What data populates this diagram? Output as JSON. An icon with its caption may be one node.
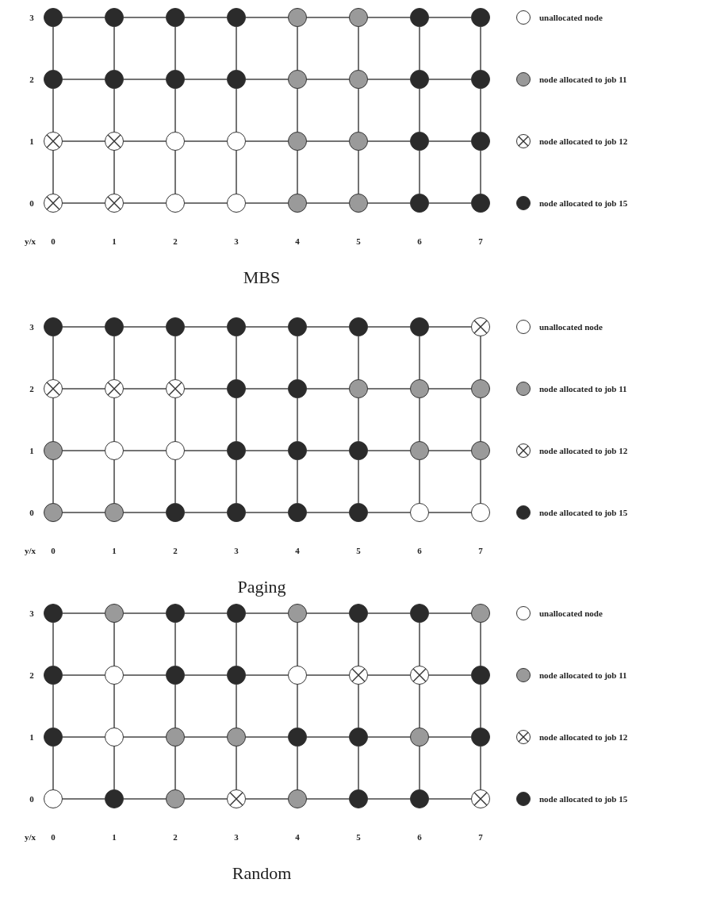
{
  "diagram": {
    "nodes": [
      {
        "text": [],
        "shape": "filled-circle"
      },
      {
        "text": [],
        "shape": "filled-circle"
      },
      {
        "text": [],
        "shape": "filled-circle"
      },
      {
        "text": [],
        "shape": "filled-circle"
      },
      {
        "text": [],
        "shape": "shaded-circle"
      },
      {
        "text": [],
        "shape": "shaded-circle"
      },
      {
        "text": [],
        "shape": "filled-circle"
      },
      {
        "text": [],
        "shape": "filled-circle"
      },
      {
        "text": [],
        "shape": "filled-circle"
      },
      {
        "text": [],
        "shape": "filled-circle"
      },
      {
        "text": [],
        "shape": "filled-circle"
      },
      {
        "text": [],
        "shape": "filled-circle"
      },
      {
        "text": [],
        "shape": "shaded-circle"
      },
      {
        "text": [],
        "shape": "shaded-circle"
      },
      {
        "text": [],
        "shape": "filled-circle"
      },
      {
        "text": [],
        "shape": "filled-circle"
      },
      {
        "text": [],
        "shape": "crossed-circle"
      },
      {
        "text": [],
        "shape": "crossed-circle"
      },
      {
        "text": [],
        "shape": "circle"
      },
      {
        "text": [],
        "shape": "circle"
      },
      {
        "text": [],
        "shape": "shaded-circle"
      },
      {
        "text": [],
        "shape": "shaded-circle"
      },
      {
        "text": [],
        "shape": "filled-circle"
      },
      {
        "text": [],
        "shape": "filled-circle"
      },
      {
        "text": [],
        "shape": "crossed-circle"
      },
      {
        "text": [],
        "shape": "crossed-circle"
      },
      {
        "text": [],
        "shape": "circle"
      },
      {
        "text": [],
        "shape": "circle"
      },
      {
        "text": [],
        "shape": "shaded-circle"
      },
      {
        "text": [],
        "shape": "shaded-circle"
      },
      {
        "text": [],
        "shape": "filled-circle"
      },
      {
        "text": [],
        "shape": "filled-circle"
      },
      {
        "text": [],
        "shape": "filled-circle"
      },
      {
        "text": [],
        "shape": "filled-circle"
      },
      {
        "text": [],
        "shape": "filled-circle"
      },
      {
        "text": [],
        "shape": "filled-circle"
      },
      {
        "text": [],
        "shape": "filled-circle"
      },
      {
        "text": [],
        "shape": "filled-circle"
      },
      {
        "text": [],
        "shape": "filled-circle"
      },
      {
        "text": [],
        "shape": "crossed-circle"
      },
      {
        "text": [],
        "shape": "crossed-circle"
      },
      {
        "text": [],
        "shape": "crossed-circle"
      },
      {
        "text": [],
        "shape": "crossed-circle"
      },
      {
        "text": [],
        "shape": "filled-circle"
      },
      {
        "text": [],
        "shape": "filled-circle"
      },
      {
        "text": [],
        "shape": "shaded-circle"
      },
      {
        "text": [],
        "shape": "shaded-circle"
      },
      {
        "text": [],
        "shape": "shaded-circle"
      },
      {
        "text": [],
        "shape": "shaded-circle"
      },
      {
        "text": [],
        "shape": "circle"
      },
      {
        "text": [],
        "shape": "circle"
      },
      {
        "text": [],
        "shape": "filled-circle"
      },
      {
        "text": [],
        "shape": "filled-circle"
      },
      {
        "text": [],
        "shape": "filled-circle"
      },
      {
        "text": [],
        "shape": "shaded-circle"
      },
      {
        "text": [],
        "shape": "shaded-circle"
      },
      {
        "text": [],
        "shape": "shaded-circle"
      },
      {
        "text": [],
        "shape": "shaded-circle"
      },
      {
        "text": [],
        "shape": "filled-circle"
      },
      {
        "text": [],
        "shape": "filled-circle"
      },
      {
        "text": [],
        "shape": "filled-circle"
      },
      {
        "text": [],
        "shape": "filled-circle"
      },
      {
        "text": [],
        "shape": "circle"
      },
      {
        "text": [],
        "shape": "circle"
      },
      {
        "text": [],
        "shape": "filled-circle"
      },
      {
        "text": [],
        "shape": "shaded-circle"
      },
      {
        "text": [],
        "shape": "filled-circle"
      },
      {
        "text": [],
        "shape": "filled-circle"
      },
      {
        "text": [],
        "shape": "shaded-circle"
      },
      {
        "text": [],
        "shape": "filled-circle"
      },
      {
        "text": [],
        "shape": "filled-circle"
      },
      {
        "text": [],
        "shape": "shaded-circle"
      },
      {
        "text": [],
        "shape": "filled-circle"
      },
      {
        "text": [],
        "shape": "circle"
      },
      {
        "text": [],
        "shape": "filled-circle"
      },
      {
        "text": [],
        "shape": "filled-circle"
      },
      {
        "text": [],
        "shape": "circle"
      },
      {
        "text": [],
        "shape": "crossed-circle"
      },
      {
        "text": [],
        "shape": "crossed-circle"
      },
      {
        "text": [],
        "shape": "filled-circle"
      },
      {
        "text": [],
        "shape": "filled-circle"
      },
      {
        "text": [],
        "shape": "circle"
      },
      {
        "text": [],
        "shape": "shaded-circle"
      },
      {
        "text": [],
        "shape": "shaded-circle"
      },
      {
        "text": [],
        "shape": "filled-circle"
      },
      {
        "text": [],
        "shape": "filled-circle"
      },
      {
        "text": [],
        "shape": "shaded-circle"
      },
      {
        "text": [],
        "shape": "filled-circle"
      },
      {
        "text": [],
        "shape": "circle"
      },
      {
        "text": [],
        "shape": "filled-circle"
      },
      {
        "text": [],
        "shape": "shaded-circle"
      },
      {
        "text": [],
        "shape": "crossed-circle"
      },
      {
        "text": [],
        "shape": "shaded-circle"
      },
      {
        "text": [],
        "shape": "filled-circle"
      },
      {
        "text": [],
        "shape": "filled-circle"
      },
      {
        "text": [],
        "shape": "crossed-circle"
      }
    ],
    "edges": [
      {
        "from": 0,
        "to": 1,
        "arrow": "none"
      },
      {
        "from": 1,
        "to": 2,
        "arrow": "none"
      },
      {
        "from": 2,
        "to": 3,
        "arrow": "none"
      },
      {
        "from": 3,
        "to": 4,
        "arrow": "none"
      },
      {
        "from": 4,
        "to": 5,
        "arrow": "none"
      },
      {
        "from": 5,
        "to": 6,
        "arrow": "none"
      },
      {
        "from": 6,
        "to": 7,
        "arrow": "none"
      },
      {
        "from": 0,
        "to": 8,
        "arrow": "none"
      },
      {
        "from": 1,
        "to": 9,
        "arrow": "none"
      },
      {
        "from": 2,
        "to": 10,
        "arrow": "none"
      },
      {
        "from": 3,
        "to": 11,
        "arrow": "none"
      },
      {
        "from": 4,
        "to": 12,
        "arrow": "none"
      },
      {
        "from": 5,
        "to": 13,
        "arrow": "none"
      },
      {
        "from": 6,
        "to": 14,
        "arrow": "none"
      },
      {
        "from": 7,
        "to": 15,
        "arrow": "none"
      },
      {
        "from": 8,
        "to": 9,
        "arrow": "none"
      },
      {
        "from": 9,
        "to": 10,
        "arrow": "none"
      },
      {
        "from": 10,
        "to": 11,
        "arrow": "none"
      },
      {
        "from": 11,
        "to": 12,
        "arrow": "none"
      },
      {
        "from": 12,
        "to": 13,
        "arrow": "none"
      },
      {
        "from": 13,
        "to": 14,
        "arrow": "none"
      },
      {
        "from": 14,
        "to": 15,
        "arrow": "none"
      },
      {
        "from": 8,
        "to": 16,
        "arrow": "none"
      },
      {
        "from": 9,
        "to": 17,
        "arrow": "none"
      },
      {
        "from": 10,
        "to": 18,
        "arrow": "none"
      },
      {
        "from": 11,
        "to": 19,
        "arrow": "none"
      },
      {
        "from": 12,
        "to": 20,
        "arrow": "none"
      },
      {
        "from": 13,
        "to": 21,
        "arrow": "none"
      },
      {
        "from": 14,
        "to": 22,
        "arrow": "none"
      },
      {
        "from": 15,
        "to": 23,
        "arrow": "none"
      },
      {
        "from": 16,
        "to": 17,
        "arrow": "none"
      },
      {
        "from": 17,
        "to": 18,
        "arrow": "none"
      },
      {
        "from": 18,
        "to": 19,
        "arrow": "none"
      },
      {
        "from": 19,
        "to": 20,
        "arrow": "none"
      },
      {
        "from": 20,
        "to": 21,
        "arrow": "none"
      },
      {
        "from": 21,
        "to": 22,
        "arrow": "none"
      },
      {
        "from": 22,
        "to": 23,
        "arrow": "none"
      },
      {
        "from": 16,
        "to": 24,
        "arrow": "none"
      },
      {
        "from": 17,
        "to": 25,
        "arrow": "none"
      },
      {
        "from": 18,
        "to": 26,
        "arrow": "none"
      },
      {
        "from": 19,
        "to": 27,
        "arrow": "none"
      },
      {
        "from": 20,
        "to": 28,
        "arrow": "none"
      },
      {
        "from": 21,
        "to": 29,
        "arrow": "none"
      },
      {
        "from": 22,
        "to": 30,
        "arrow": "none"
      },
      {
        "from": 23,
        "to": 31,
        "arrow": "none"
      },
      {
        "from": 24,
        "to": 25,
        "arrow": "none"
      },
      {
        "from": 25,
        "to": 26,
        "arrow": "none"
      },
      {
        "from": 26,
        "to": 27,
        "arrow": "none"
      },
      {
        "from": 27,
        "to": 28,
        "arrow": "none"
      },
      {
        "from": 28,
        "to": 29,
        "arrow": "none"
      },
      {
        "from": 29,
        "to": 30,
        "arrow": "none"
      },
      {
        "from": 30,
        "to": 31,
        "arrow": "none"
      },
      {
        "from": 32,
        "to": 33,
        "arrow": "none"
      },
      {
        "from": 33,
        "to": 34,
        "arrow": "none"
      },
      {
        "from": 34,
        "to": 35,
        "arrow": "none"
      },
      {
        "from": 35,
        "to": 36,
        "arrow": "none"
      },
      {
        "from": 36,
        "to": 37,
        "arrow": "none"
      },
      {
        "from": 37,
        "to": 38,
        "arrow": "none"
      },
      {
        "from": 38,
        "to": 39,
        "arrow": "none"
      },
      {
        "from": 32,
        "to": 40,
        "arrow": "none"
      },
      {
        "from": 33,
        "to": 41,
        "arrow": "none"
      },
      {
        "from": 34,
        "to": 42,
        "arrow": "none"
      },
      {
        "from": 35,
        "to": 43,
        "arrow": "none"
      },
      {
        "from": 36,
        "to": 44,
        "arrow": "none"
      },
      {
        "from": 37,
        "to": 45,
        "arrow": "none"
      },
      {
        "from": 38,
        "to": 46,
        "arrow": "none"
      },
      {
        "from": 39,
        "to": 47,
        "arrow": "none"
      },
      {
        "from": 40,
        "to": 41,
        "arrow": "none"
      },
      {
        "from": 41,
        "to": 42,
        "arrow": "none"
      },
      {
        "from": 42,
        "to": 43,
        "arrow": "none"
      },
      {
        "from": 43,
        "to": 44,
        "arrow": "none"
      },
      {
        "from": 44,
        "to": 45,
        "arrow": "none"
      },
      {
        "from": 45,
        "to": 46,
        "arrow": "none"
      },
      {
        "from": 46,
        "to": 47,
        "arrow": "none"
      },
      {
        "from": 40,
        "to": 48,
        "arrow": "none"
      },
      {
        "from": 41,
        "to": 49,
        "arrow": "none"
      },
      {
        "from": 42,
        "to": 50,
        "arrow": "none"
      },
      {
        "from": 43,
        "to": 51,
        "arrow": "none"
      },
      {
        "from": 44,
        "to": 52,
        "arrow": "none"
      },
      {
        "from": 45,
        "to": 53,
        "arrow": "none"
      },
      {
        "from": 46,
        "to": 54,
        "arrow": "none"
      },
      {
        "from": 47,
        "to": 55,
        "arrow": "none"
      },
      {
        "from": 48,
        "to": 49,
        "arrow": "none"
      },
      {
        "from": 49,
        "to": 50,
        "arrow": "none"
      },
      {
        "from": 50,
        "to": 51,
        "arrow": "none"
      },
      {
        "from": 51,
        "to": 52,
        "arrow": "none"
      },
      {
        "from": 52,
        "to": 53,
        "arrow": "none"
      },
      {
        "from": 53,
        "to": 54,
        "arrow": "none"
      },
      {
        "from": 54,
        "to": 55,
        "arrow": "none"
      },
      {
        "from": 48,
        "to": 56,
        "arrow": "none"
      },
      {
        "from": 49,
        "to": 57,
        "arrow": "none"
      },
      {
        "from": 50,
        "to": 58,
        "arrow": "none"
      },
      {
        "from": 51,
        "to": 59,
        "arrow": "none"
      },
      {
        "from": 52,
        "to": 60,
        "arrow": "none"
      },
      {
        "from": 53,
        "to": 61,
        "arrow": "none"
      },
      {
        "from": 54,
        "to": 62,
        "arrow": "none"
      },
      {
        "from": 55,
        "to": 63,
        "arrow": "none"
      },
      {
        "from": 56,
        "to": 57,
        "arrow": "none"
      },
      {
        "from": 57,
        "to": 58,
        "arrow": "none"
      },
      {
        "from": 58,
        "to": 59,
        "arrow": "none"
      },
      {
        "from": 59,
        "to": 60,
        "arrow": "none"
      },
      {
        "from": 60,
        "to": 61,
        "arrow": "none"
      },
      {
        "from": 61,
        "to": 62,
        "arrow": "none"
      },
      {
        "from": 62,
        "to": 63,
        "arrow": "none"
      },
      {
        "from": 64,
        "to": 65,
        "arrow": "none"
      },
      {
        "from": 65,
        "to": 66,
        "arrow": "none"
      },
      {
        "from": 66,
        "to": 67,
        "arrow": "none"
      },
      {
        "from": 67,
        "to": 68,
        "arrow": "none"
      },
      {
        "from": 68,
        "to": 69,
        "arrow": "none"
      },
      {
        "from": 69,
        "to": 70,
        "arrow": "none"
      },
      {
        "from": 70,
        "to": 71,
        "arrow": "none"
      },
      {
        "from": 64,
        "to": 72,
        "arrow": "none"
      },
      {
        "from": 65,
        "to": 73,
        "arrow": "none"
      },
      {
        "from": 66,
        "to": 74,
        "arrow": "none"
      },
      {
        "from": 67,
        "to": 75,
        "arrow": "none"
      },
      {
        "from": 68,
        "to": 76,
        "arrow": "none"
      },
      {
        "from": 69,
        "to": 77,
        "arrow": "none"
      },
      {
        "from": 70,
        "to": 78,
        "arrow": "none"
      },
      {
        "from": 71,
        "to": 79,
        "arrow": "none"
      },
      {
        "from": 72,
        "to": 73,
        "arrow": "none"
      },
      {
        "from": 73,
        "to": 74,
        "arrow": "none"
      },
      {
        "from": 74,
        "to": 75,
        "arrow": "none"
      },
      {
        "from": 75,
        "to": 76,
        "arrow": "none"
      },
      {
        "from": 76,
        "to": 77,
        "arrow": "none"
      },
      {
        "from": 77,
        "to": 78,
        "arrow": "none"
      },
      {
        "from": 78,
        "to": 79,
        "arrow": "none"
      },
      {
        "from": 72,
        "to": 80,
        "arrow": "none"
      },
      {
        "from": 73,
        "to": 81,
        "arrow": "none"
      },
      {
        "from": 74,
        "to": 82,
        "arrow": "none"
      },
      {
        "from": 75,
        "to": 83,
        "arrow": "none"
      },
      {
        "from": 76,
        "to": 84,
        "arrow": "none"
      },
      {
        "from": 77,
        "to": 85,
        "arrow": "none"
      },
      {
        "from": 78,
        "to": 86,
        "arrow": "none"
      },
      {
        "from": 79,
        "to": 87,
        "arrow": "none"
      },
      {
        "from": 80,
        "to": 81,
        "arrow": "none"
      },
      {
        "from": 81,
        "to": 82,
        "arrow": "none"
      },
      {
        "from": 82,
        "to": 83,
        "arrow": "none"
      },
      {
        "from": 83,
        "to": 84,
        "arrow": "none"
      },
      {
        "from": 84,
        "to": 85,
        "arrow": "none"
      },
      {
        "from": 85,
        "to": 86,
        "arrow": "none"
      },
      {
        "from": 86,
        "to": 87,
        "arrow": "none"
      },
      {
        "from": 80,
        "to": 88,
        "arrow": "none"
      },
      {
        "from": 81,
        "to": 89,
        "arrow": "none"
      },
      {
        "from": 82,
        "to": 90,
        "arrow": "none"
      },
      {
        "from": 83,
        "to": 91,
        "arrow": "none"
      },
      {
        "from": 84,
        "to": 92,
        "arrow": "none"
      },
      {
        "from": 85,
        "to": 93,
        "arrow": "none"
      },
      {
        "from": 86,
        "to": 94,
        "arrow": "none"
      },
      {
        "from": 87,
        "to": 95,
        "arrow": "none"
      },
      {
        "from": 88,
        "to": 89,
        "arrow": "none"
      },
      {
        "from": 89,
        "to": 90,
        "arrow": "none"
      },
      {
        "from": 90,
        "to": 91,
        "arrow": "none"
      },
      {
        "from": 91,
        "to": 92,
        "arrow": "none"
      },
      {
        "from": 92,
        "to": 93,
        "arrow": "none"
      },
      {
        "from": 93,
        "to": 94,
        "arrow": "none"
      },
      {
        "from": 94,
        "to": 95,
        "arrow": "none"
      }
    ],
    "labels": [
      "3",
      "2",
      "1",
      "0",
      "y/x",
      "0",
      "1",
      "2",
      "3",
      "4",
      "5",
      "6",
      "7",
      "MBS",
      "3",
      "2",
      "1",
      "0",
      "y/x",
      "0",
      "1",
      "2",
      "3",
      "4",
      "5",
      "6",
      "7",
      "Paging",
      "3",
      "2",
      "1",
      "0",
      "y/x",
      "0",
      "1",
      "2",
      "3",
      "4",
      "5",
      "6",
      "7",
      "Random"
    ],
    "legend": [
      {
        "text": "unallocated node",
        "color": "#ffffff"
      },
      {
        "text": "node allocated to job 11",
        "color": "#9a9a9a"
      },
      {
        "text": "node allocated to job 12"
      },
      {
        "text": "node allocated to job 15",
        "color": "#2b2b2b"
      },
      {
        "text": "unallocated node",
        "color": "#ffffff"
      },
      {
        "text": "node allocated to job 11",
        "color": "#9a9a9a"
      },
      {
        "text": "node allocated to job 12"
      },
      {
        "text": "node allocated to job 15",
        "color": "#2b2b2b"
      },
      {
        "text": "unallocated node",
        "color": "#ffffff"
      },
      {
        "text": "node allocated to job 11",
        "color": "#9a9a9a"
      },
      {
        "text": "node allocated to job 12"
      },
      {
        "text": "node allocated to job 15",
        "color": "#2b2b2b"
      }
    ]
  }
}
